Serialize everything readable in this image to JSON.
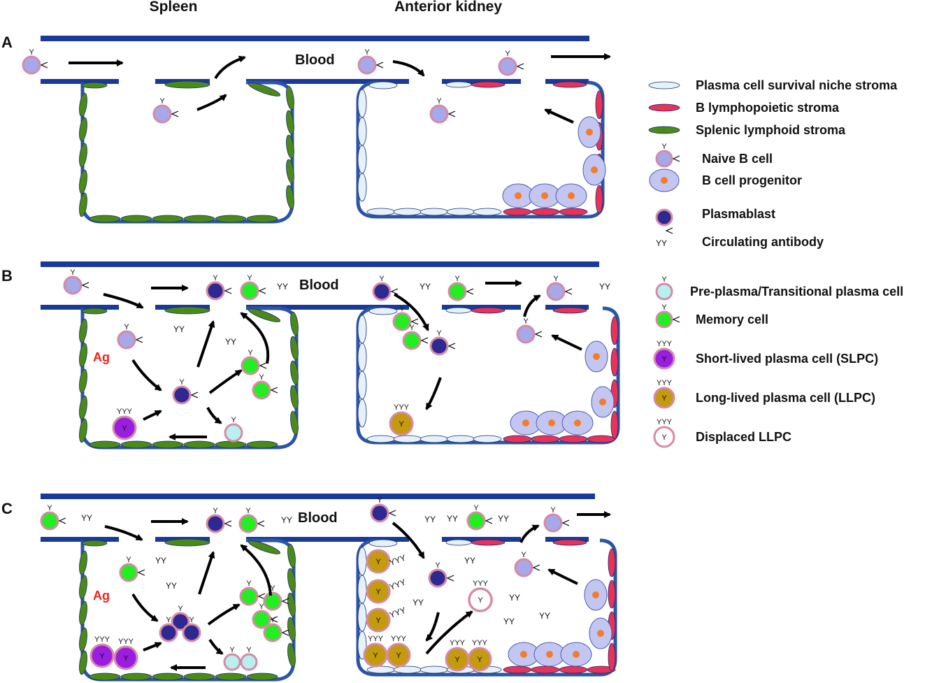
{
  "headers": {
    "spleen": "Spleen",
    "kidney": "Anterior kidney"
  },
  "panels": [
    "A",
    "B",
    "C"
  ],
  "blood_label": "Blood",
  "antigen_label": "Ag",
  "antibody": {
    "single": "Y",
    "double": "YY",
    "triple": "YYY"
  },
  "legend": [
    {
      "label": "Plasma cell survival niche stroma",
      "icon": "niche-stroma-icon"
    },
    {
      "label": "B lymphopoietic stroma",
      "icon": "lymphopoietic-stroma-icon"
    },
    {
      "label": "Splenic lymphoid stroma",
      "icon": "splenic-stroma-icon"
    },
    {
      "label": "Naive B cell",
      "icon": "naive-b-cell-icon"
    },
    {
      "label": "B cell progenitor",
      "icon": "b-cell-progenitor-icon"
    },
    {
      "label": "Plasmablast",
      "icon": "plasmablast-icon"
    },
    {
      "label": "Circulating antibody",
      "icon": "circulating-antibody-icon"
    },
    {
      "label": "Pre-plasma/Transitional plasma cell",
      "icon": "pre-plasma-cell-icon"
    },
    {
      "label": "Memory cell",
      "icon": "memory-cell-icon"
    },
    {
      "label": "Short-lived plasma cell (SLPC)",
      "icon": "slpc-icon"
    },
    {
      "label": "Long-lived plasma cell (LLPC)",
      "icon": "llpc-icon"
    },
    {
      "label": "Displaced LLPC",
      "icon": "displaced-llpc-icon"
    }
  ],
  "colors": {
    "vessel": "#1a3a9a",
    "border": "#2a55a8",
    "splenic_stroma": "#4a8a1a",
    "niche_stroma": "#e6f2fa",
    "lymphopoietic_stroma": "#e8325a",
    "naive": "#a6a8ea",
    "cell_ring": "#d68aa6",
    "progenitor": "#c4c6f2",
    "progenitor_nucleus": "#f47c2a",
    "plasmablast": "#2e2890",
    "memory": "#22ee22",
    "slpc": "#9a1ee0",
    "llpc": "#c49a0e",
    "preplasma": "#b8f0f0",
    "antigen": "#e8261e"
  }
}
